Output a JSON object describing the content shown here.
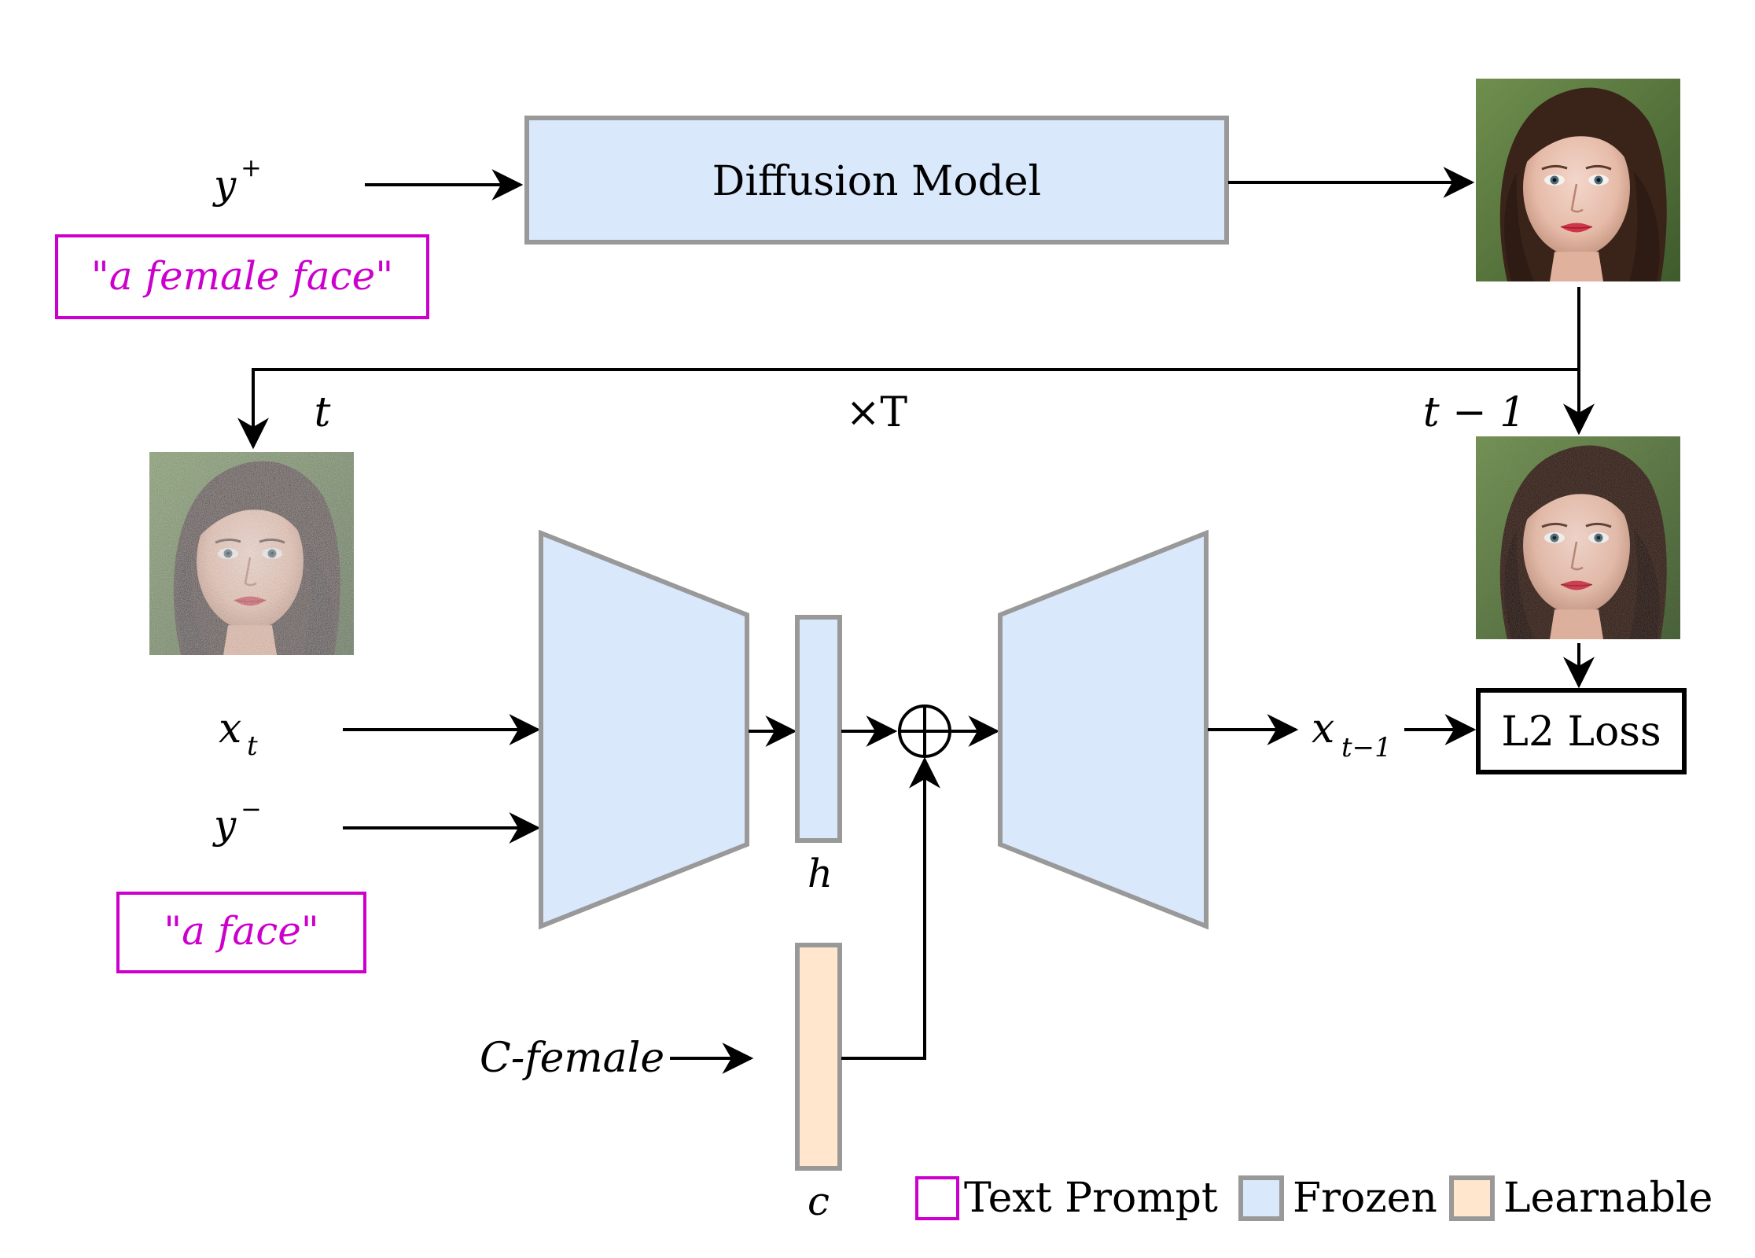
{
  "labels": {
    "y_plus": "y",
    "y_plus_sup": "+",
    "diffusion_model": "Diffusion Model",
    "times_T": "×T",
    "t": "t",
    "t_minus_1": "t − 1",
    "x_t": "x",
    "x_t_sub": "t",
    "y_minus": "y",
    "y_minus_sup": "−",
    "x_t_minus_1": "x",
    "x_t_minus_1_sub": "t−1",
    "h": "h",
    "c": "c",
    "c_female": "C-female",
    "l2_loss": "L2 Loss"
  },
  "prompts": {
    "female_face": "\"a female face\"",
    "face": "\"a face\""
  },
  "legend": {
    "text_prompt": "Text Prompt",
    "frozen": "Frozen",
    "learnable": "Learnable"
  },
  "colors": {
    "frozen_fill": "#dae8fc",
    "learnable_fill": "#ffe6cc",
    "box_stroke": "#999999",
    "prompt_color": "#cc00cc",
    "line": "#000000"
  }
}
